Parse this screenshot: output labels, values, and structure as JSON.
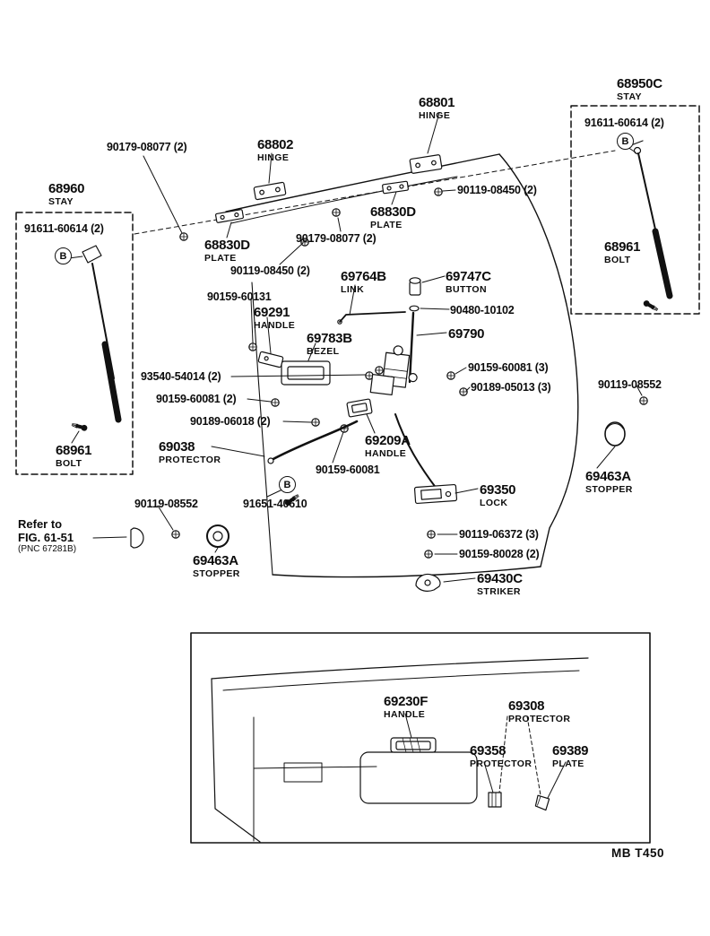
{
  "footer": {
    "code": "MB T450"
  },
  "marker": "B",
  "refer": {
    "line1": "Refer to",
    "line2": "FIG. 61-51",
    "line3": "(PNC 67281B)"
  },
  "parts": [
    {
      "code": "68950C",
      "name": "STAY"
    },
    {
      "code": "91611-60614 (2)"
    },
    {
      "code": "68961",
      "name": "BOLT"
    },
    {
      "code": "68801",
      "name": "HINGE"
    },
    {
      "code": "90179-08077 (2)"
    },
    {
      "code": "68802",
      "name": "HINGE"
    },
    {
      "code": "90119-08450 (2)"
    },
    {
      "code": "68830D",
      "name": "PLATE"
    },
    {
      "code": "68960",
      "name": "STAY"
    },
    {
      "code": "91611-60614 (2)"
    },
    {
      "code": "90179-08077 (2)"
    },
    {
      "code": "68830D",
      "name": "PLATE"
    },
    {
      "code": "90119-08450 (2)"
    },
    {
      "code": "69764B",
      "name": "LINK"
    },
    {
      "code": "69747C",
      "name": "BUTTON"
    },
    {
      "code": "90480-10102"
    },
    {
      "code": "90159-60131"
    },
    {
      "code": "69291",
      "name": "HANDLE"
    },
    {
      "code": "69790"
    },
    {
      "code": "69783B",
      "name": "BEZEL"
    },
    {
      "code": "90159-60081 (3)"
    },
    {
      "code": "93540-54014 (2)"
    },
    {
      "code": "90189-05013 (3)"
    },
    {
      "code": "90159-60081 (2)"
    },
    {
      "code": "90119-08552"
    },
    {
      "code": "90189-06018 (2)"
    },
    {
      "code": "69038",
      "name": "PROTECTOR"
    },
    {
      "code": "69209A",
      "name": "HANDLE"
    },
    {
      "code": "90159-60081"
    },
    {
      "code": "69350",
      "name": "LOCK"
    },
    {
      "code": "69463A",
      "name": "STOPPER"
    },
    {
      "code": "68961",
      "name": "BOLT"
    },
    {
      "code": "90119-08552"
    },
    {
      "code": "91651-40610"
    },
    {
      "code": "69463A",
      "name": "STOPPER"
    },
    {
      "code": "90119-06372 (3)"
    },
    {
      "code": "90159-80028 (2)"
    },
    {
      "code": "69430C",
      "name": "STRIKER"
    },
    {
      "code": "69230F",
      "name": "HANDLE"
    },
    {
      "code": "69308",
      "name": "PROTECTOR"
    },
    {
      "code": "69358",
      "name": "PROTECTOR"
    },
    {
      "code": "69389",
      "name": "PLATE"
    }
  ]
}
